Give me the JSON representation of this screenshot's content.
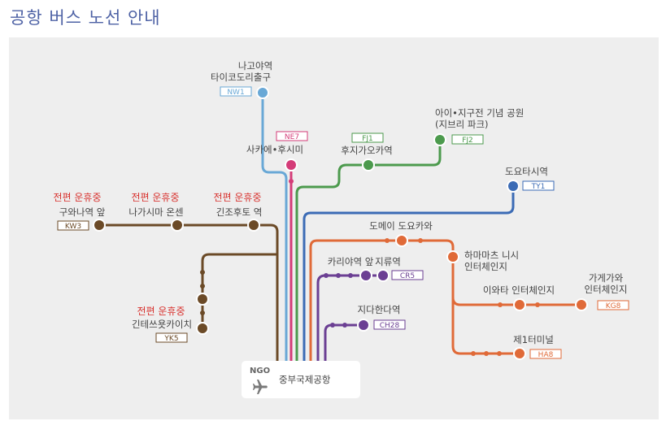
{
  "title": "공항 버스 노선 안내",
  "colors": {
    "background": "#eeeeee",
    "blue_light": "#69a8d6",
    "pink": "#d43c78",
    "green": "#4c9a4d",
    "blue_dark": "#3b6bb5",
    "orange": "#e06a38",
    "purple": "#6b3f93",
    "brown": "#6b4a27"
  },
  "suspended_label": "전편 운휴중",
  "airport": {
    "code": "NGO",
    "name": "중부국제공항",
    "icon": "airplane-icon"
  },
  "stations": {
    "nw1": {
      "line1": "나고야역",
      "line2": "타이코도리출구",
      "code": "NW1"
    },
    "ne7": {
      "name": "사카에•후시미",
      "code": "NE7"
    },
    "fj1": {
      "name": "후지가오카역",
      "code": "FJ1"
    },
    "fj2": {
      "line1": "아이•지구전 기념 공원",
      "line2": "(지브리 파크)",
      "code": "FJ2"
    },
    "ty1": {
      "name": "도요타시역",
      "code": "TY1"
    },
    "kw3": {
      "name": "구와나역 앞",
      "code": "KW3"
    },
    "nagashima": {
      "name": "나가시마 온센"
    },
    "gozaisho": {
      "name": "긴조후토 역"
    },
    "yk5": {
      "name": "긴테쓰욧카이치",
      "code": "YK5"
    },
    "tokoname": {
      "name": "도메이 도요카와"
    },
    "hamamatsu": {
      "line1": "하마마츠 니시",
      "line2": "인터체인지"
    },
    "kariya": {
      "name": "카리야역 앞"
    },
    "chiryu": {
      "name": "지류역",
      "code": "CR5"
    },
    "chita": {
      "name": "지다한다역",
      "code": "CH28"
    },
    "iwata": {
      "name": "이와타 인터체인지"
    },
    "kakegawa": {
      "line1": "가게가와",
      "line2": "인터체인지",
      "code": "KG8"
    },
    "terminal1": {
      "name": "제1터미널",
      "code": "HA8"
    }
  }
}
